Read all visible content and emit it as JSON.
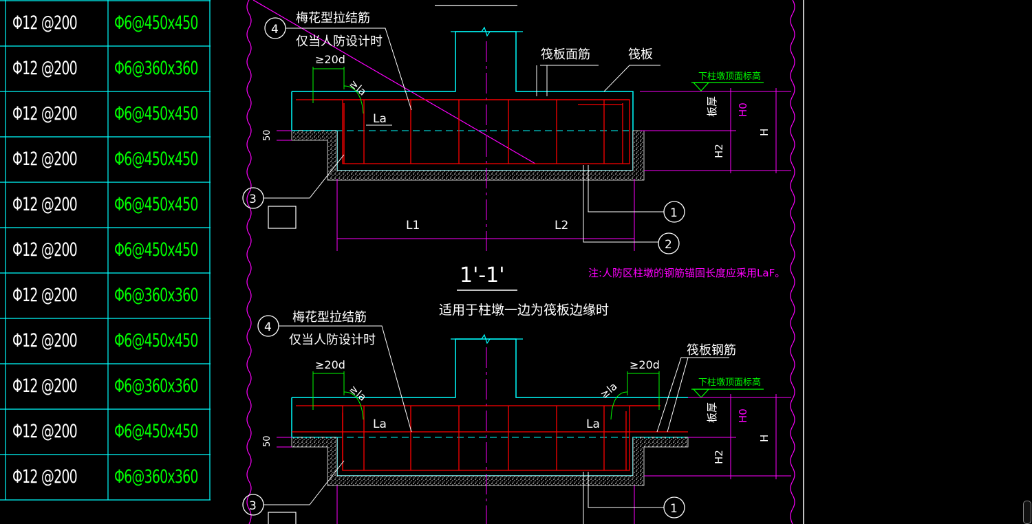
{
  "table": {
    "rows": [
      {
        "bar": "Φ12 @200",
        "tie": "Φ6@450x450"
      },
      {
        "bar": "Φ12 @200",
        "tie": "Φ6@360x360"
      },
      {
        "bar": "Φ12 @200",
        "tie": "Φ6@450x450"
      },
      {
        "bar": "Φ12 @200",
        "tie": "Φ6@450x450"
      },
      {
        "bar": "Φ12 @200",
        "tie": "Φ6@450x450"
      },
      {
        "bar": "Φ12 @200",
        "tie": "Φ6@450x450"
      },
      {
        "bar": "Φ12 @200",
        "tie": "Φ6@360x360"
      },
      {
        "bar": "Φ12 @200",
        "tie": "Φ6@450x450"
      },
      {
        "bar": "Φ12 @200",
        "tie": "Φ6@360x360"
      },
      {
        "bar": "Φ12 @200",
        "tie": "Φ6@450x450"
      },
      {
        "bar": "Φ12 @200",
        "tie": "Φ6@360x360"
      }
    ]
  },
  "section1": {
    "marker4": "4",
    "tie_title": "梅花型拉结筋",
    "tie_note": "仅当人防设计时",
    "dim_20d": "≥20d",
    "la_angle": "≥la",
    "la": "La",
    "dim_50": "50",
    "raft_top_bar": "筏板面筋",
    "raft": "筏板",
    "pier_top_level": "下柱墩顶面标高",
    "raft_thickness": "板厚",
    "h0": "H0",
    "h2": "H2",
    "h": "H",
    "marker3": "3",
    "marker1": "1",
    "marker2": "2",
    "l1": "L1",
    "l2": "L2"
  },
  "section_label": "1'-1'",
  "section_subtitle": "适用于柱墩一边为筏板边缘时",
  "note": "注:人防区柱墩的钢筋锚固长度应采用LaF。",
  "section2": {
    "marker4": "4",
    "tie_title": "梅花型拉结筋",
    "tie_note": "仅当人防设计时",
    "dim_20d_left": "≥20d",
    "dim_20d_right": "≥20d",
    "la_angle_left": "≥la",
    "la_angle_right": "≥la",
    "la_left": "La",
    "la_right": "La",
    "dim_50": "50",
    "raft_bar": "筏板钢筋",
    "pier_top_level": "下柱墩顶面标高",
    "raft_thickness": "板厚",
    "h0": "H0",
    "h2": "H2",
    "h": "H",
    "marker3": "3",
    "marker1": "1"
  },
  "colors": {
    "grid": "#00ffff",
    "rebar": "#ff0000",
    "dim": "#ff00ff",
    "concrete": "#ffffff",
    "level": "#00ff00"
  }
}
